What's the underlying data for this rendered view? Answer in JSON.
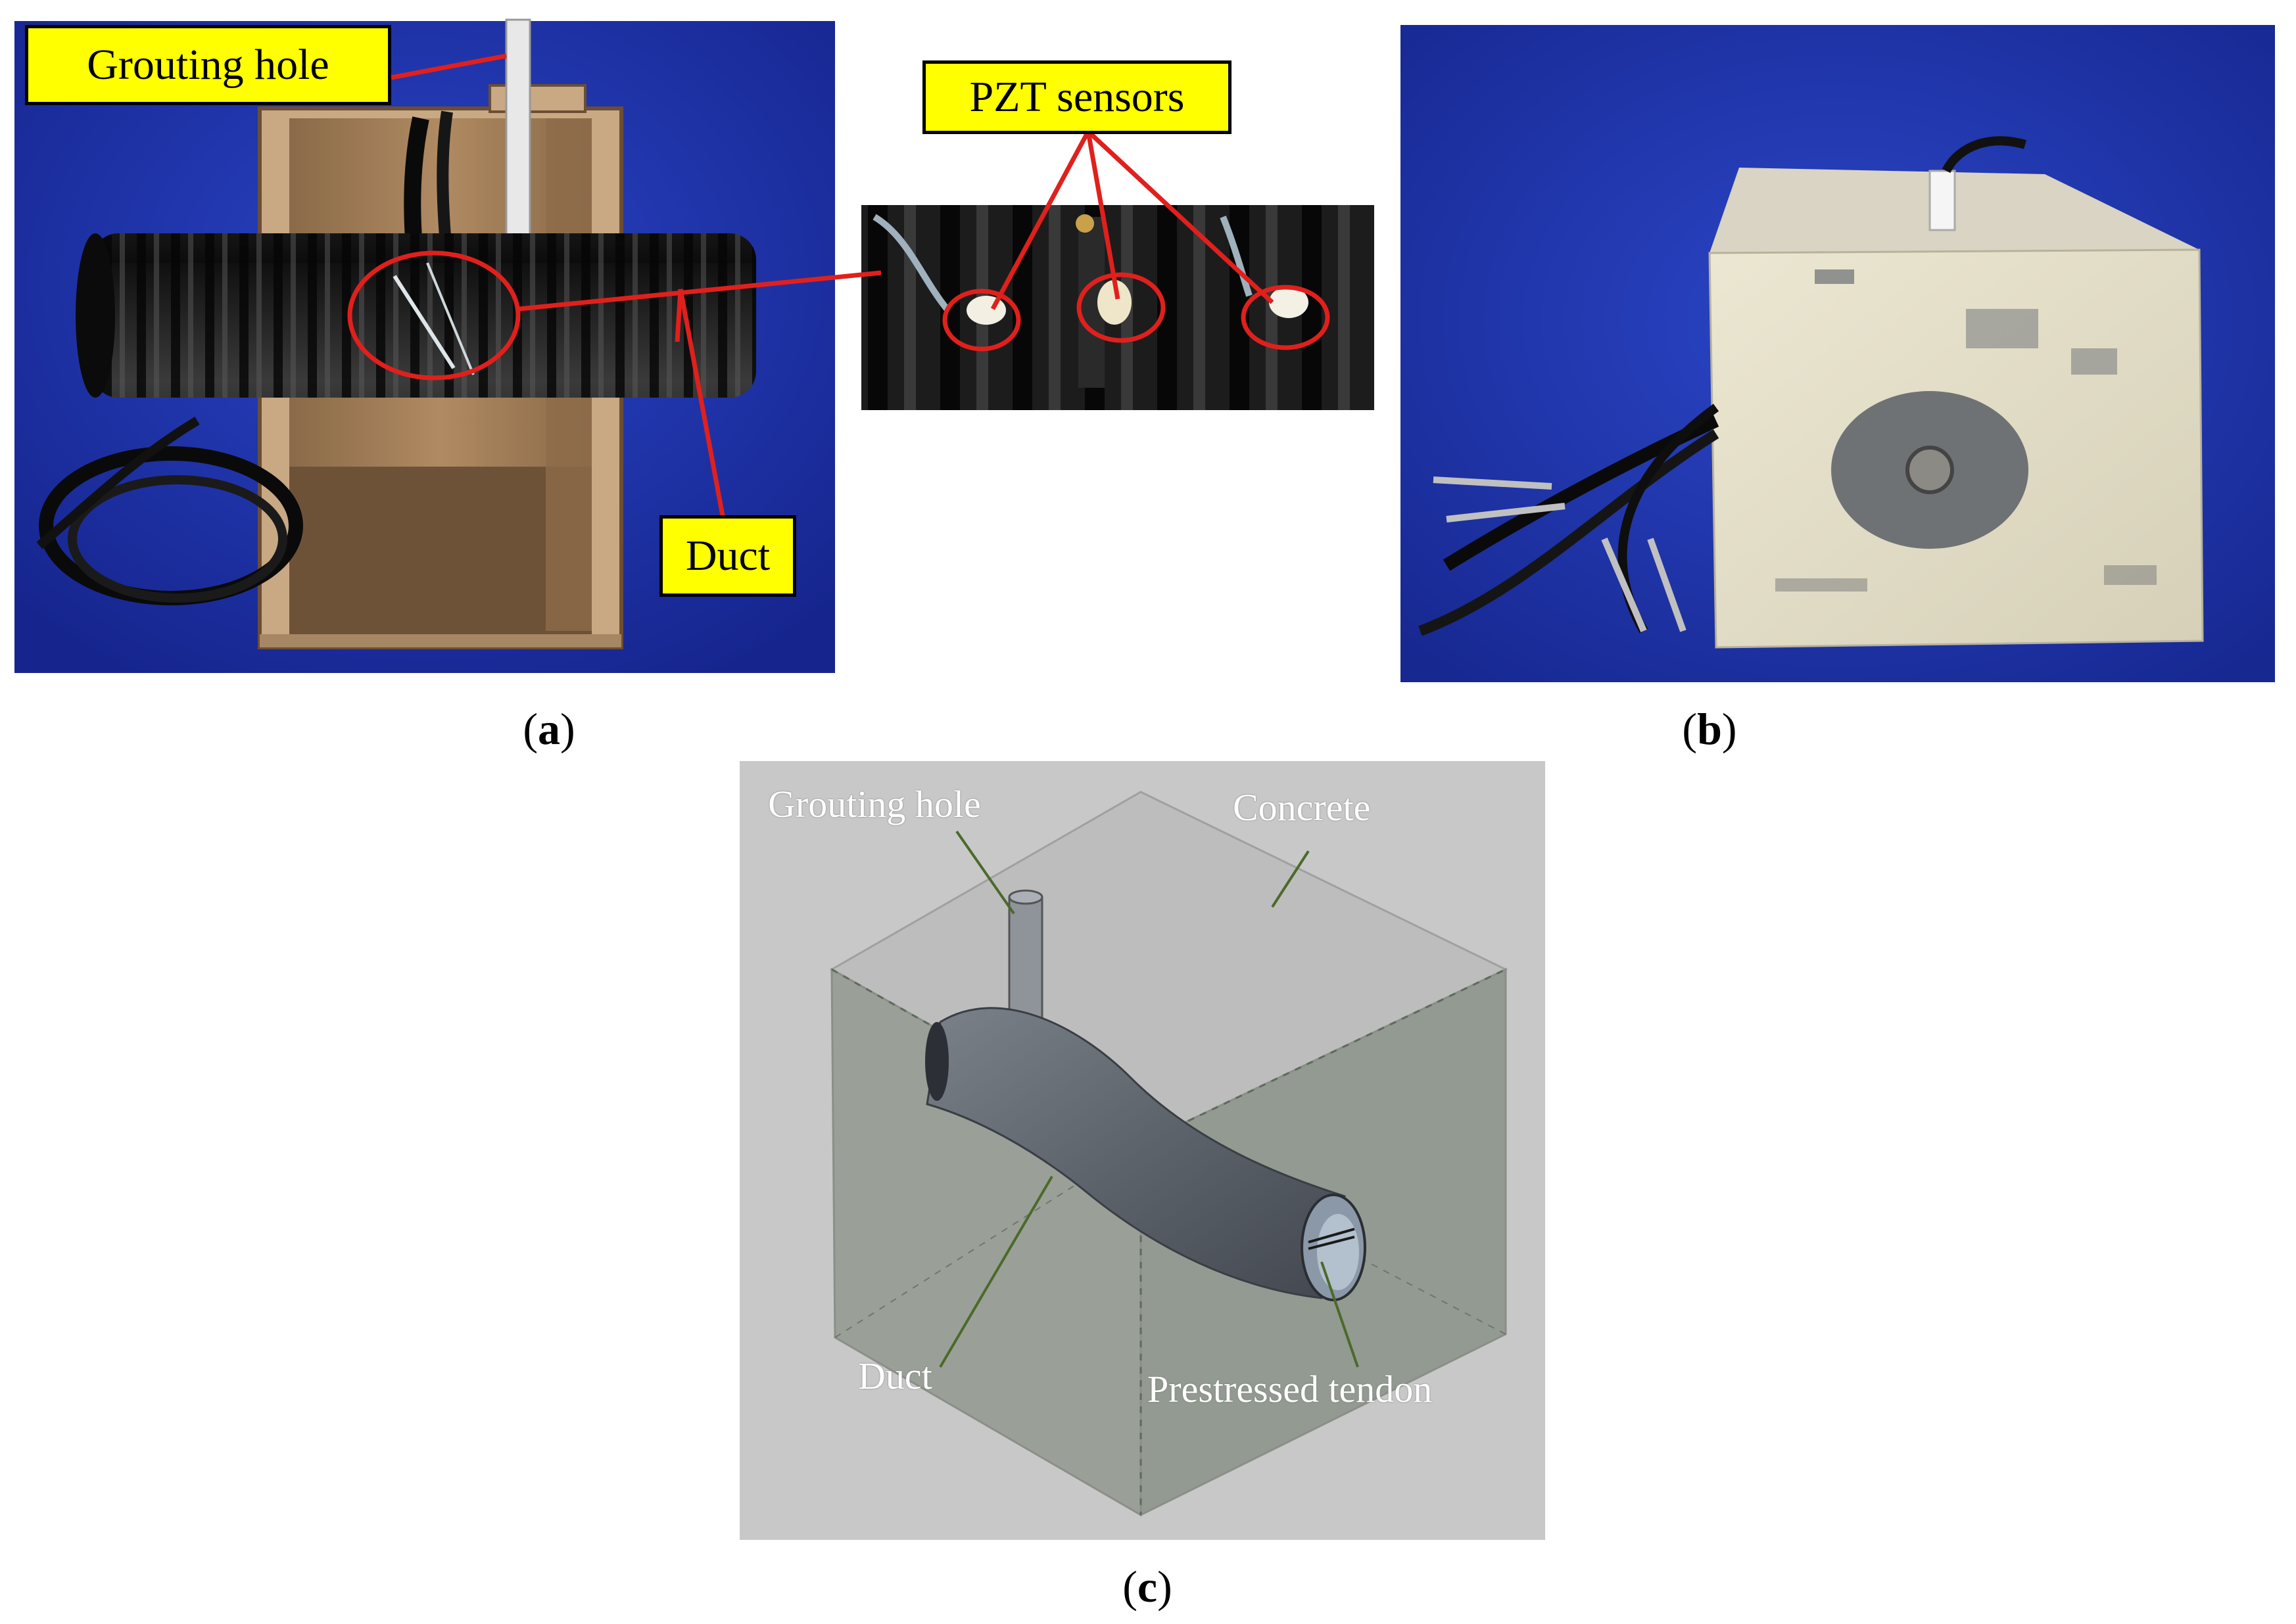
{
  "panel_a": {
    "callouts": {
      "grouting_hole": "Grouting hole",
      "pzt_sensors": "PZT sensors",
      "duct": "Duct"
    },
    "caption": {
      "open": "(",
      "letter": "a",
      "close": ")"
    }
  },
  "panel_b": {
    "caption": {
      "open": "(",
      "letter": "b",
      "close": ")"
    }
  },
  "panel_c": {
    "labels": {
      "grouting_hole": "Grouting hole",
      "concrete": "Concrete",
      "duct": "Duct",
      "tendon": "Prestressed tendon"
    },
    "caption": {
      "open": "(",
      "letter": "c",
      "close": ")"
    }
  },
  "colors": {
    "callout_bg": "#ffff00",
    "leader_red": "#e0201c",
    "backdrop_blue": "#1f32a8",
    "render_grey": "#c8c8c8"
  }
}
